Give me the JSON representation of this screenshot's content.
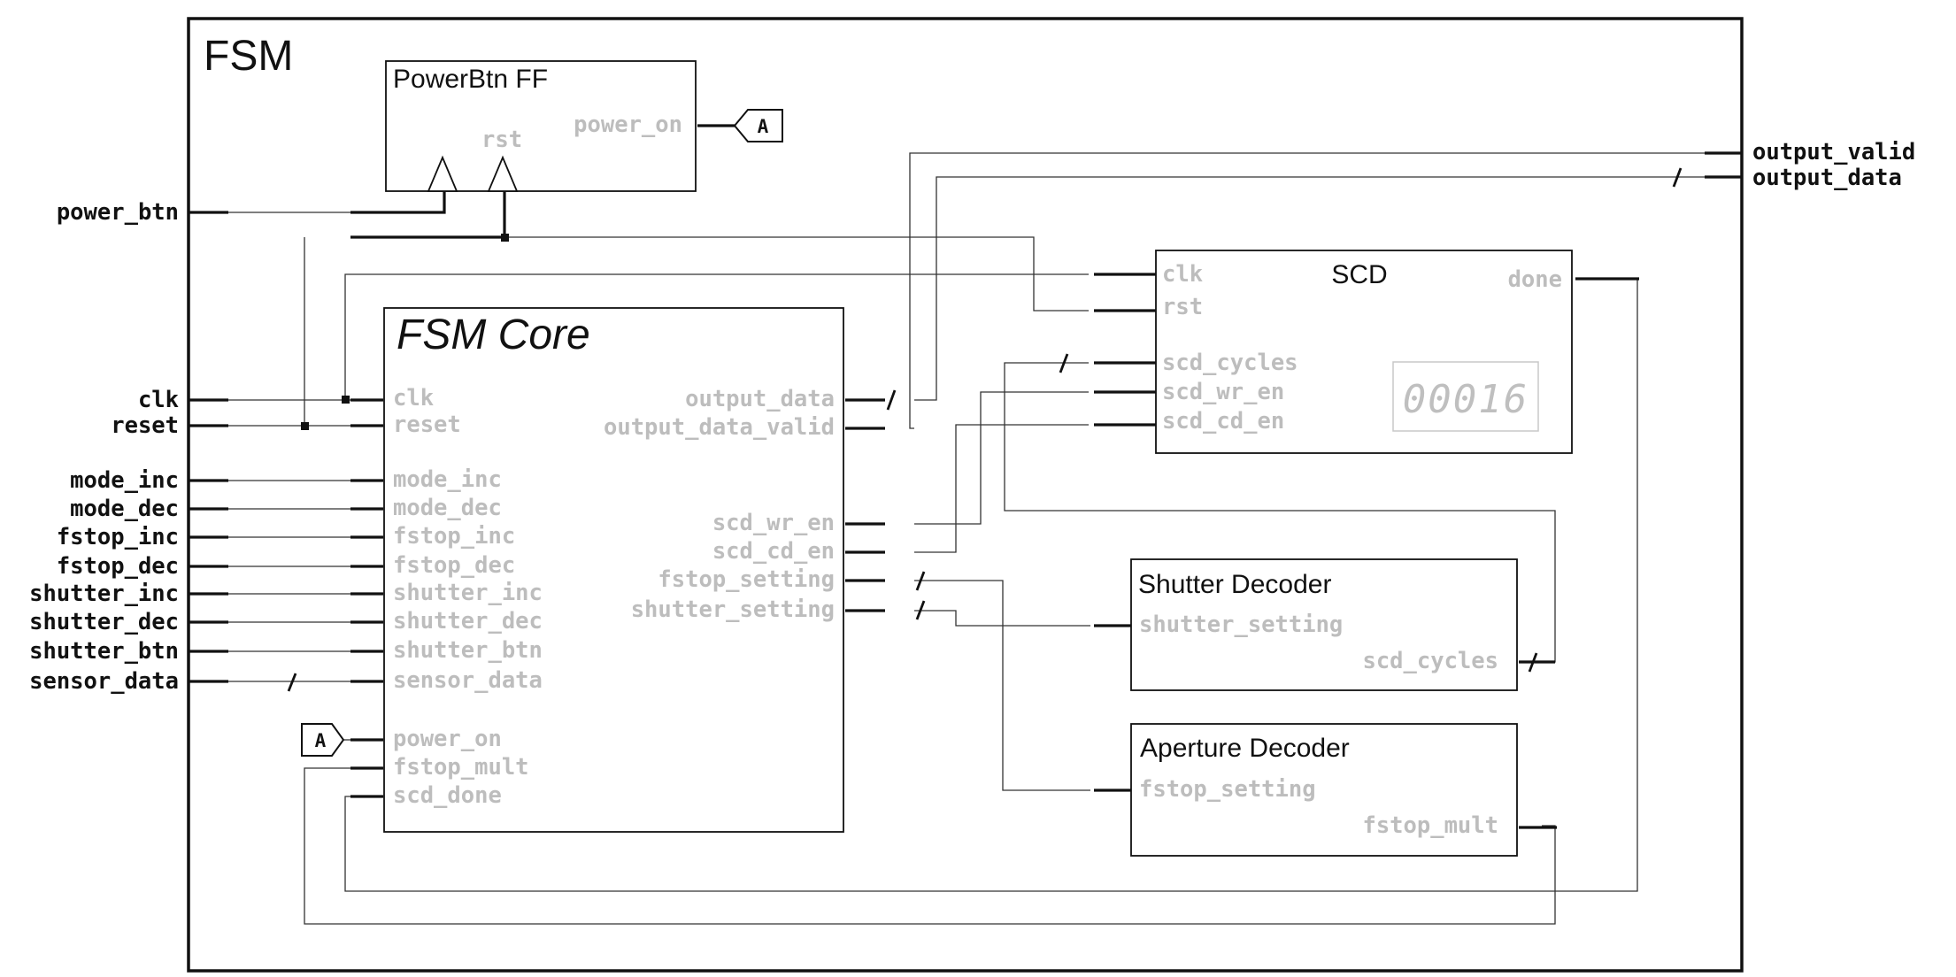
{
  "fsm": {
    "title": "FSM"
  },
  "powerbtn_ff": {
    "title": "PowerBtn FF",
    "ports": {
      "rst": "rst",
      "power_on": "power_on"
    }
  },
  "fsm_core": {
    "title": "FSM Core",
    "inputs": {
      "clk": "clk",
      "reset": "reset",
      "mode_inc": "mode_inc",
      "mode_dec": "mode_dec",
      "fstop_inc": "fstop_inc",
      "fstop_dec": "fstop_dec",
      "shutter_inc": "shutter_inc",
      "shutter_dec": "shutter_dec",
      "shutter_btn": "shutter_btn",
      "sensor_data": "sensor_data",
      "power_on": "power_on",
      "fstop_mult": "fstop_mult",
      "scd_done": "scd_done"
    },
    "outputs": {
      "output_data": "output_data",
      "output_data_valid": "output_data_valid",
      "scd_wr_en": "scd_wr_en",
      "scd_cd_en": "scd_cd_en",
      "fstop_setting": "fstop_setting",
      "shutter_setting": "shutter_setting"
    }
  },
  "scd": {
    "title": "SCD",
    "ports": {
      "clk": "clk",
      "rst": "rst",
      "done": "done",
      "scd_cycles": "scd_cycles",
      "scd_wr_en": "scd_wr_en",
      "scd_cd_en": "scd_cd_en"
    },
    "display": "00016"
  },
  "shutter_decoder": {
    "title": "Shutter Decoder",
    "ports": {
      "shutter_setting": "shutter_setting",
      "scd_cycles": "scd_cycles"
    }
  },
  "aperture_decoder": {
    "title": "Aperture Decoder",
    "ports": {
      "fstop_setting": "fstop_setting",
      "fstop_mult": "fstop_mult"
    }
  },
  "external_inputs": {
    "power_btn": "power_btn",
    "clk": "clk",
    "reset": "reset",
    "mode_inc": "mode_inc",
    "mode_dec": "mode_dec",
    "fstop_inc": "fstop_inc",
    "fstop_dec": "fstop_dec",
    "shutter_inc": "shutter_inc",
    "shutter_dec": "shutter_dec",
    "shutter_btn": "shutter_btn",
    "sensor_data": "sensor_data"
  },
  "external_outputs": {
    "output_valid": "output_valid",
    "output_data": "output_data"
  },
  "offpage_connector": {
    "label": "A"
  }
}
